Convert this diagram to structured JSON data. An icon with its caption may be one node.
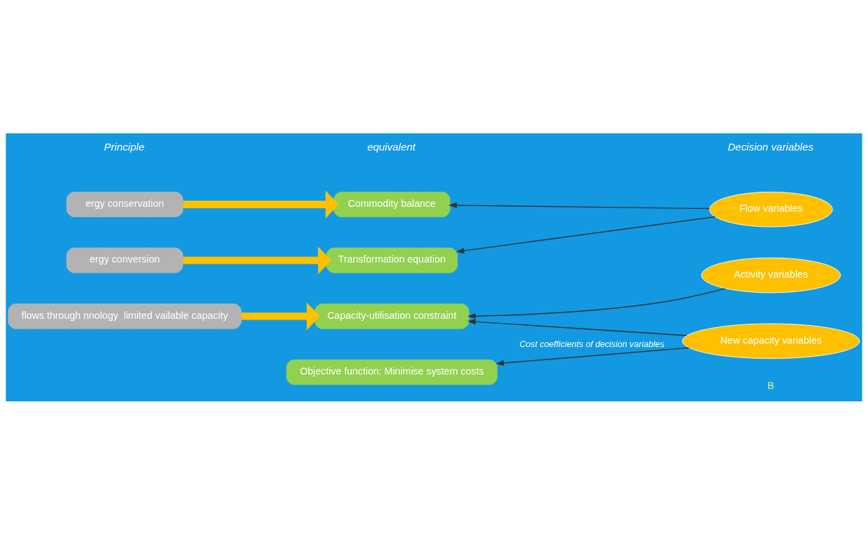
{
  "diagram": {
    "nodes": [
      {
        "text": [
          "ergy conservation"
        ]
      },
      {
        "text": [
          "ergy conversion"
        ]
      },
      {
        "text": [
          "flows through nnology  limited vailable capacity"
        ]
      },
      {
        "text": [
          "Commodity balance"
        ]
      },
      {
        "text": [
          "Transformation equation"
        ]
      },
      {
        "text": [
          "Capacity-utilisation constraint"
        ]
      },
      {
        "text": [
          "Objective function: Minimise system costs"
        ]
      },
      {
        "text": [
          "Flow variables"
        ]
      },
      {
        "text": [
          "Activity variables"
        ]
      },
      {
        "text": [
          "New capacity variables"
        ]
      }
    ],
    "edges": [
      {
        "from": 0,
        "to": 3,
        "arrow": "to",
        "style": "thick",
        "color": "#ffc000"
      },
      {
        "from": 1,
        "to": 4,
        "arrow": "to",
        "style": "thick",
        "color": "#ffc000"
      },
      {
        "from": 2,
        "to": 5,
        "arrow": "to",
        "style": "thick",
        "color": "#ffc000"
      },
      {
        "from": 7,
        "to": 3,
        "arrow": "to"
      },
      {
        "from": 7,
        "to": 4,
        "arrow": "to"
      },
      {
        "from": 8,
        "to": 5,
        "arrow": "to"
      },
      {
        "from": 9,
        "to": 5,
        "arrow": "to"
      },
      {
        "from": 9,
        "to": 6,
        "arrow": "to",
        "label": "Cost coefficients of decision variables"
      }
    ],
    "labels": [
      "Principle",
      "equivalent",
      "Decision variables",
      "B"
    ]
  }
}
